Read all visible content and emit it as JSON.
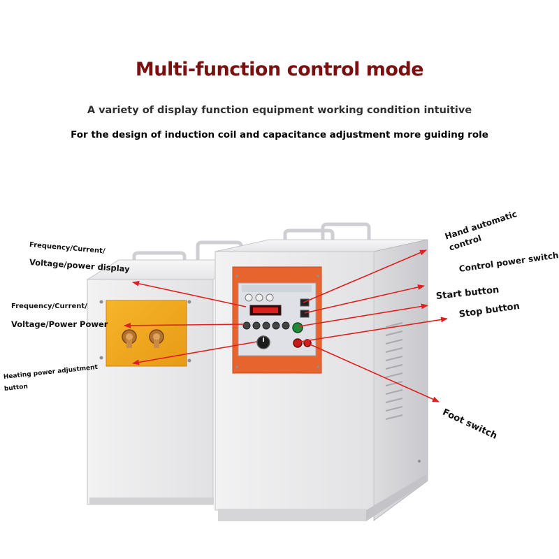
{
  "header": {
    "title": "Multi-function control mode",
    "subtitle1": "A variety of display function equipment working condition intuitive",
    "subtitle2": "For the design of induction coil and capacitance adjustment more guiding role"
  },
  "callouts": {
    "left_display_line1": "Frequency/Current/",
    "left_display_line2": "Voltage/power display",
    "left_power_line1": "Frequency/Current/",
    "left_power_line2": "Voltage/Power Power",
    "left_heating_line1": "Heating power adjustment",
    "left_heating_line2": "button",
    "right_hand_line1": "Hand automatic",
    "right_hand_line2": "control",
    "right_control_switch": "Control power switch",
    "right_start": "Start button",
    "right_stop": "Stop button",
    "right_foot": "Foot switch"
  },
  "colors": {
    "title": "#7a1010",
    "arrow": "#e02020",
    "cabinet": "#e4e4e6",
    "panel_frame": "#e8642e",
    "plate": "#f2a81e"
  }
}
